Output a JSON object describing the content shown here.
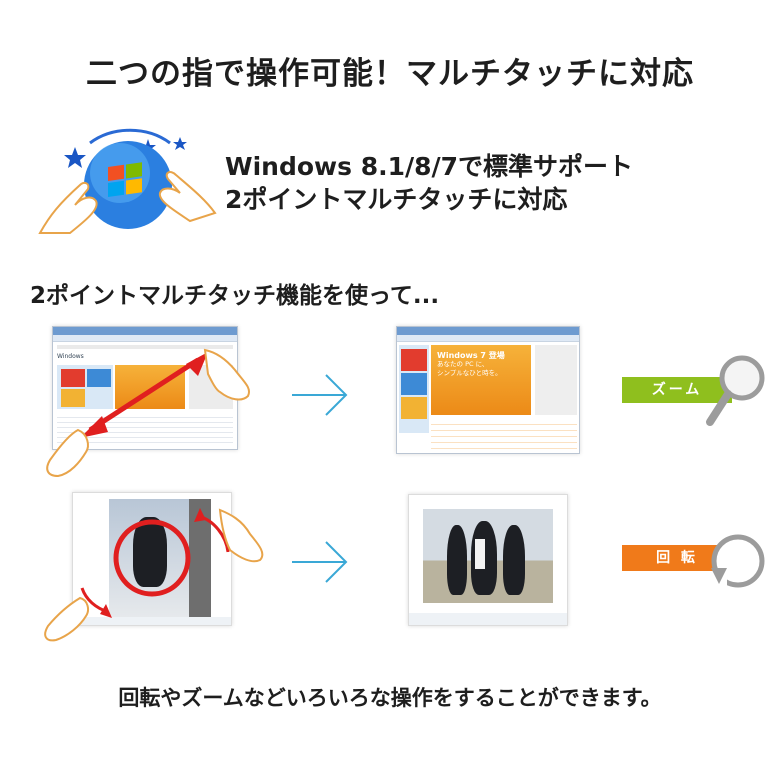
{
  "title": "二つの指で操作可能！マルチタッチに対応",
  "support": {
    "line1": "Windows 8.1/8/7で標準サポート",
    "line2": "2ポイントマルチタッチに対応"
  },
  "subhead": "2ポイントマルチタッチ機能を使って...",
  "zoom": {
    "label": "ズーム",
    "color": "#8fbf1e",
    "before_banner": "Windows",
    "after_banner_l1": "Windows 7 登場",
    "after_banner_l2": "あなたの PC に、",
    "after_banner_l3": "シンプルなひと時を。"
  },
  "rotate": {
    "label": "回 転",
    "color": "#f07a1a"
  },
  "colors": {
    "accent_arrow": "#3aa8d6",
    "red_gesture": "#e01f1f",
    "magnifier": "#9c9c9c"
  },
  "icons": [
    "windows-globe-icon",
    "hand-icon",
    "arrow-right-icon",
    "magnifier-icon",
    "rotate-icon"
  ],
  "footer": "回転やズームなどいろいろな操作をすることができます。"
}
